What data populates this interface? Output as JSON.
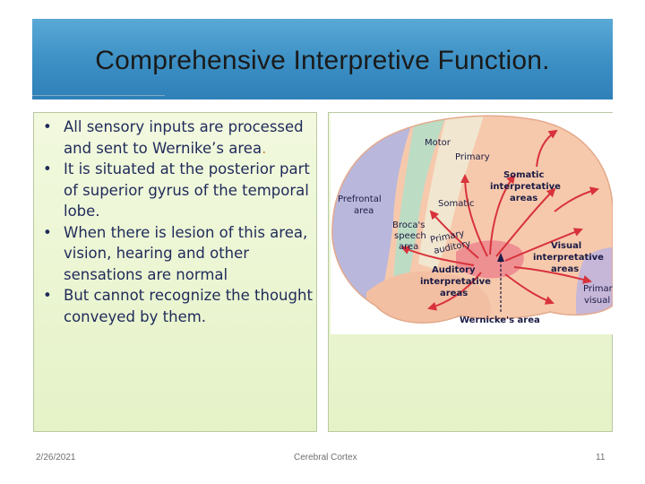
{
  "slide": {
    "title": "Comprehensive Interpretive Function.",
    "bullets": [
      {
        "text": "All sensory inputs are processed and sent to Wernike’s area",
        "accent": "."
      },
      {
        "text": "It is situated at the posterior part of superior gyrus of the temporal lobe.",
        "accent": ""
      },
      {
        "text": "When there is lesion of this area, vision, hearing and other sensations are normal",
        "accent": ""
      },
      {
        "text": "But cannot recognize the thought conveyed by them.",
        "accent": ""
      }
    ],
    "bullet_symbol": "•"
  },
  "figure": {
    "labels": {
      "motor": "Motor",
      "primary_top": "Primary",
      "somatic_interpretative_1": "Somatic",
      "somatic_interpretative_2": "interpretative",
      "somatic_interpretative_3": "areas",
      "prefrontal_1": "Prefrontal",
      "prefrontal_2": "area",
      "somatic_mid": "Somatic",
      "broca_1": "Broca's",
      "broca_2": "speech",
      "broca_3": "area",
      "primary_auditory_1": "Primary",
      "primary_auditory_2": "auditory",
      "visual_interp_1": "Visual",
      "visual_interp_2": "interpretative",
      "visual_interp_3": "areas",
      "auditory_interp_1": "Auditory",
      "auditory_interp_2": "interpretative",
      "auditory_interp_3": "areas",
      "primary_visual_1": "Primary",
      "primary_visual_2": "visual",
      "wernicke": "Wernicke's area"
    },
    "colors": {
      "cortex": "#f6c9ad",
      "prefrontal": "#b9b7dc",
      "motor_strip": "#bcdcc4",
      "somatic_strip": "#f1e6cf",
      "visual": "#c6b6d8",
      "wernicke": "#ee8f92",
      "arrows": "#d8323b"
    }
  },
  "footer": {
    "date": "2/26/2021",
    "title": "Cerebral Cortex",
    "page": "11"
  }
}
